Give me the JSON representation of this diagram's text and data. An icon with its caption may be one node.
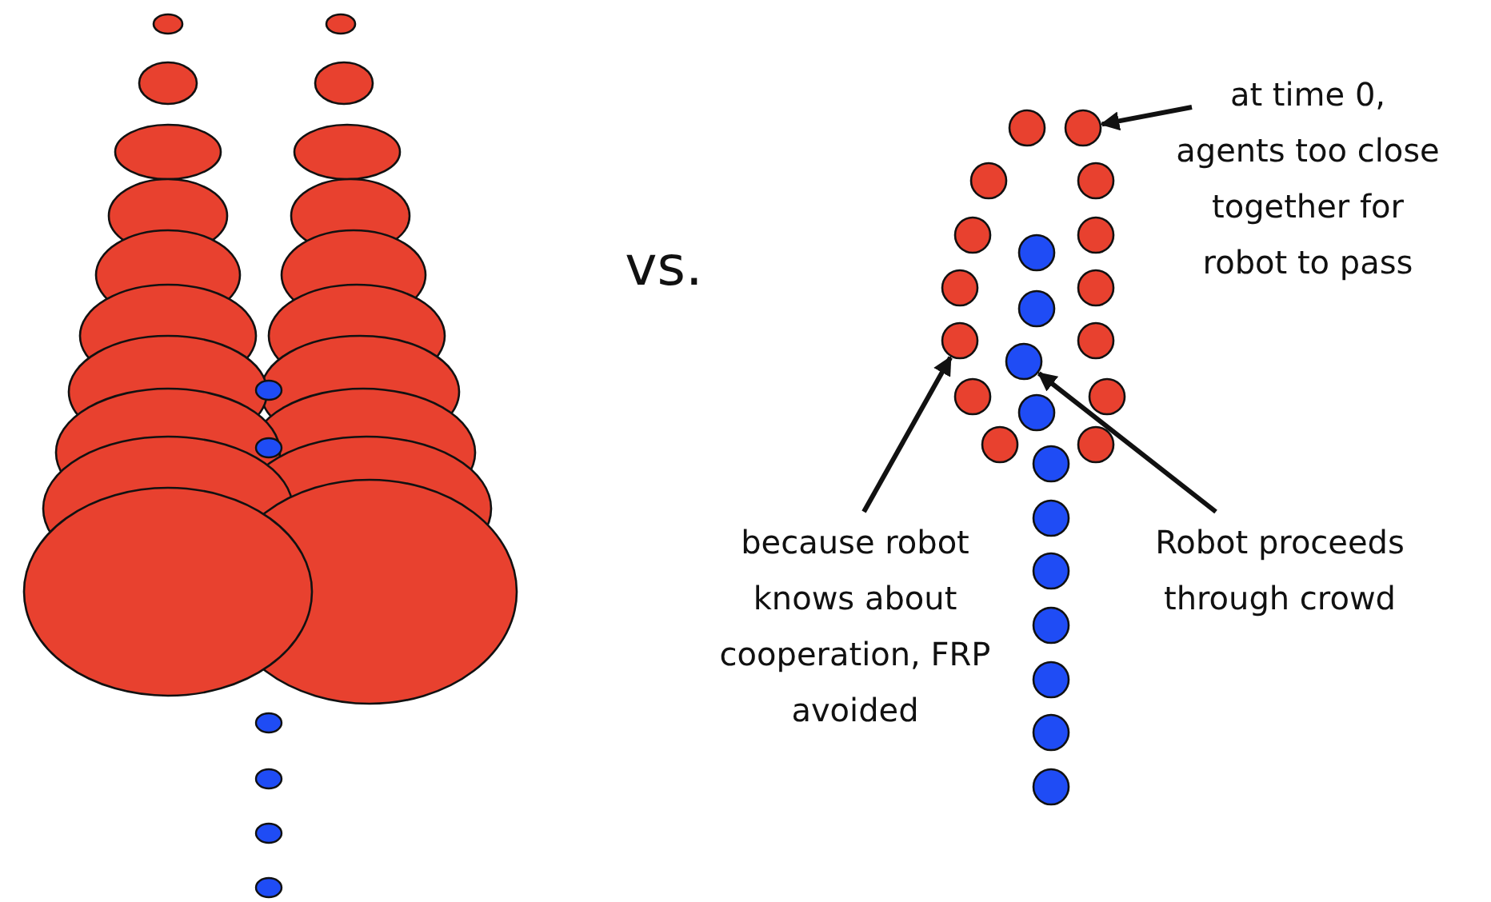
{
  "diagram": {
    "nodes": [
      {
        "text": [
          "at time 0, agents too close together for robot to pass"
        ]
      },
      {
        "text": [],
        "shape": "circle"
      },
      {
        "text": [
          "because robot knows about cooperation, FRP avoided"
        ]
      },
      {
        "text": [],
        "shape": "circle"
      },
      {
        "text": [
          "Robot proceeds through crowd"
        ]
      },
      {
        "text": [],
        "shape": "circle"
      }
    ],
    "edges": [
      {
        "from": 0,
        "to": 1,
        "arrow": "to"
      },
      {
        "from": 2,
        "to": 3,
        "arrow": "to"
      },
      {
        "from": 4,
        "to": 5,
        "arrow": "to"
      }
    ],
    "labels": [
      "vs."
    ]
  }
}
